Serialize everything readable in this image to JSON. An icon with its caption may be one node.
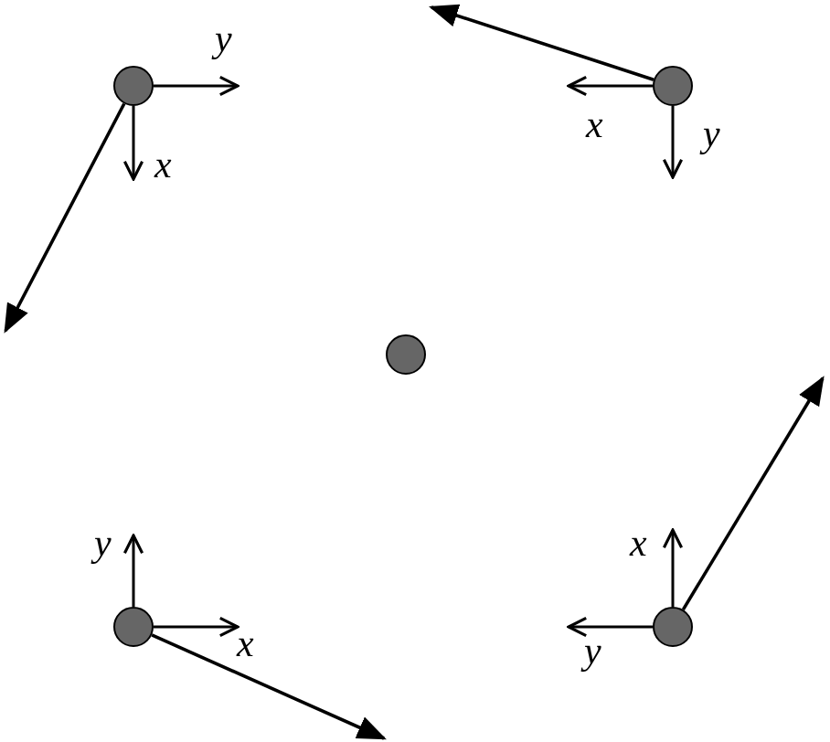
{
  "diagram": {
    "nodes": [
      {
        "text": [],
        "shape": "circle"
      },
      {
        "text": [],
        "shape": "circle"
      },
      {
        "text": [],
        "shape": "circle"
      },
      {
        "text": [],
        "shape": "circle"
      },
      {
        "text": [],
        "shape": "circle"
      }
    ],
    "edges": [
      {
        "from": 0,
        "to": null,
        "arrow": "to"
      },
      {
        "from": 1,
        "to": null,
        "arrow": "to"
      },
      {
        "from": 3,
        "to": null,
        "arrow": "to"
      },
      {
        "from": 4,
        "to": null,
        "arrow": "to"
      }
    ],
    "labels": [
      "y",
      "x",
      "y",
      "x",
      "y",
      "x",
      "x",
      "y"
    ]
  }
}
